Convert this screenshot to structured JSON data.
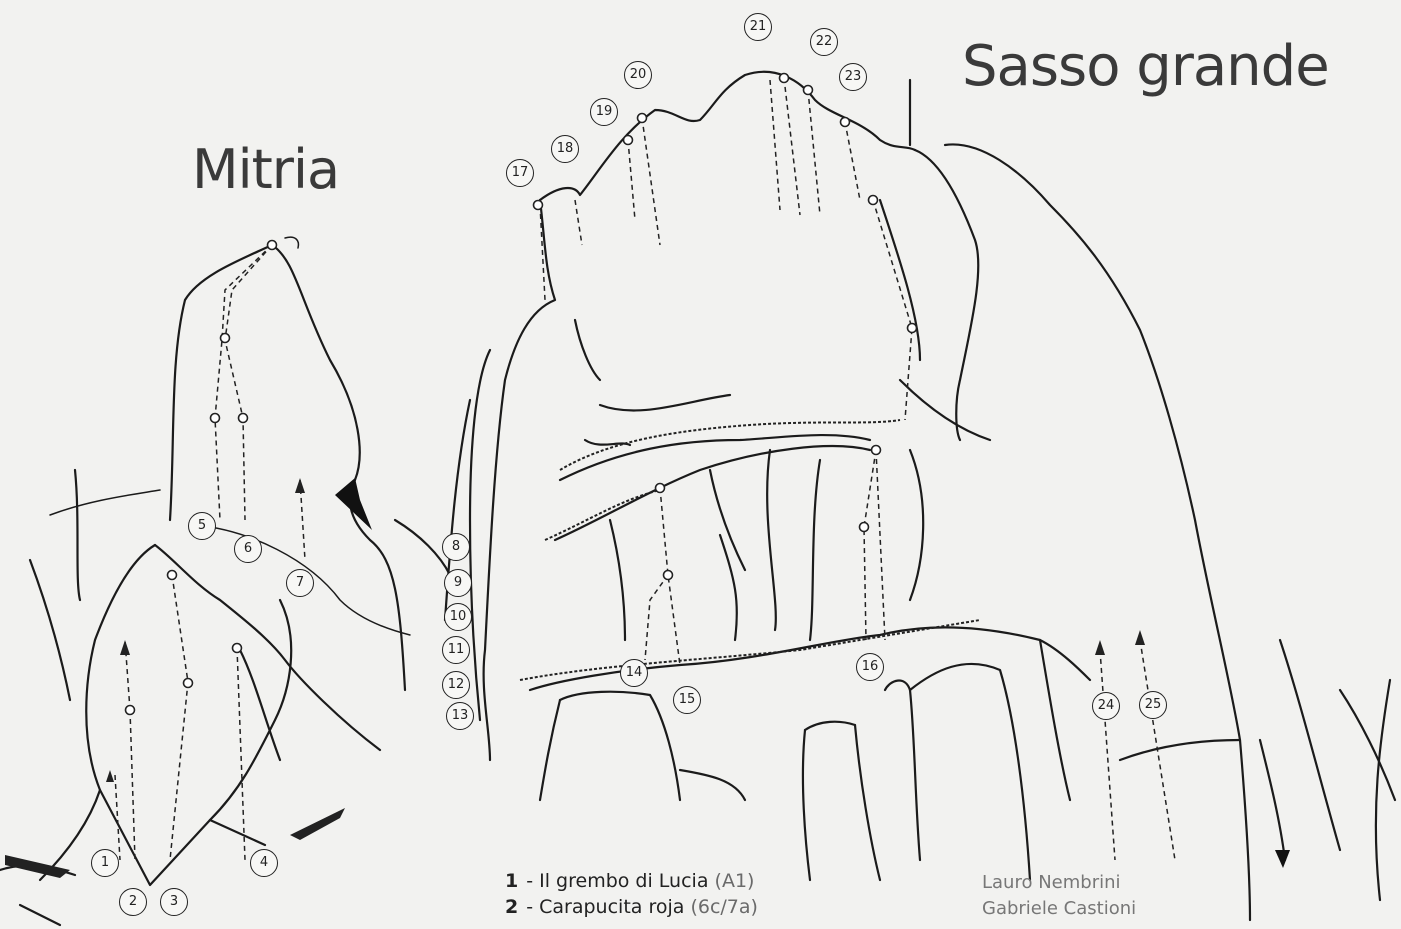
{
  "titles": {
    "left": "Mitria",
    "right": "Sasso grande"
  },
  "markers": [
    {
      "id": "1",
      "label": "1"
    },
    {
      "id": "2",
      "label": "2"
    },
    {
      "id": "3",
      "label": "3"
    },
    {
      "id": "4",
      "label": "4"
    },
    {
      "id": "5",
      "label": "5"
    },
    {
      "id": "6",
      "label": "6"
    },
    {
      "id": "7",
      "label": "7"
    },
    {
      "id": "8",
      "label": "8"
    },
    {
      "id": "9",
      "label": "9"
    },
    {
      "id": "10",
      "label": "10"
    },
    {
      "id": "11",
      "label": "11"
    },
    {
      "id": "12",
      "label": "12"
    },
    {
      "id": "13",
      "label": "13"
    },
    {
      "id": "14",
      "label": "14"
    },
    {
      "id": "15",
      "label": "15"
    },
    {
      "id": "16",
      "label": "16"
    },
    {
      "id": "17",
      "label": "17"
    },
    {
      "id": "18",
      "label": "18"
    },
    {
      "id": "19",
      "label": "19"
    },
    {
      "id": "20",
      "label": "20"
    },
    {
      "id": "21",
      "label": "21"
    },
    {
      "id": "22",
      "label": "22"
    },
    {
      "id": "23",
      "label": "23"
    },
    {
      "id": "24",
      "label": "24"
    },
    {
      "id": "25",
      "label": "25"
    }
  ],
  "legend": [
    {
      "num": "1",
      "name": "- Il grembo di Lucia",
      "grade": "(A1)"
    },
    {
      "num": "2",
      "name": "- Carapucita roja",
      "grade": "(6c/7a)"
    }
  ],
  "authors": [
    "Lauro Nembrini",
    "Gabriele Castioni"
  ]
}
